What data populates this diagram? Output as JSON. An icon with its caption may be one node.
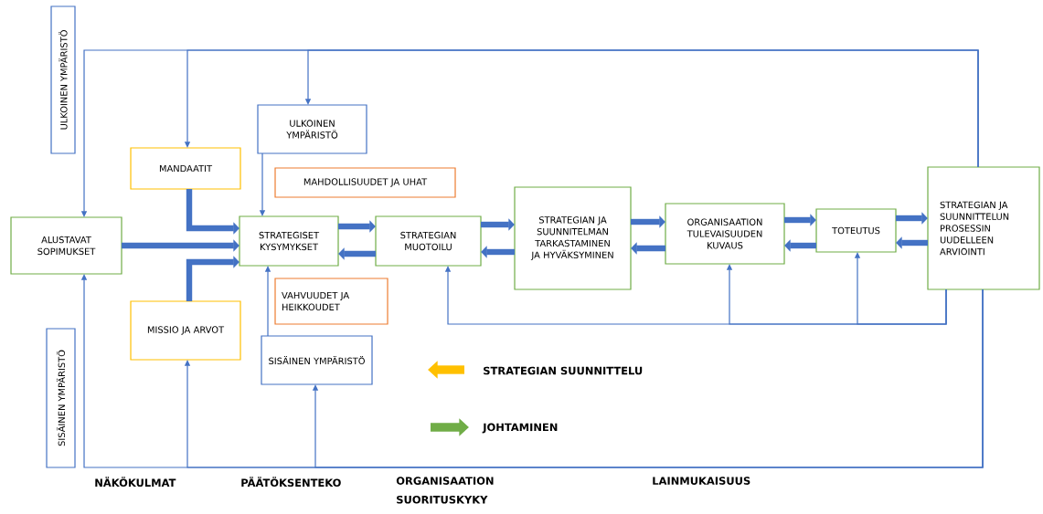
{
  "diagram": {
    "nodes": [
      {
        "text": [
          "ULKOINEN YMPÄRISTÖ"
        ]
      },
      {
        "text": [
          "MANDAATIT"
        ]
      },
      {
        "text": [
          "ULKOINEN YMPÄRISTÖ"
        ]
      },
      {
        "text": [
          "MAHDOLLISUUDET JA UHAT"
        ]
      },
      {
        "text": [
          "ALUSTAVAT SOPIMUKSET"
        ]
      },
      {
        "text": [
          "STRATEGISET KYSYMYKSET"
        ]
      },
      {
        "text": [
          "STRATEGIAN MUOTOILU"
        ]
      },
      {
        "text": [
          "STRATEGIAN JA SUUNNITELMAN TARKASTAMINEN JA HYVÄKSYMINEN"
        ]
      },
      {
        "text": [
          "ORGANISAATION TULEVAISUUDEN KUVAUS"
        ]
      },
      {
        "text": [
          "TOTEUTUS"
        ]
      },
      {
        "text": [
          "STRATEGIAN JA SUUNNITTELUN PROSESSIN UUDELLEEN ARVIOINTI"
        ]
      },
      {
        "text": [
          "VAHVUUDET JA HEIKKOUDET"
        ]
      },
      {
        "text": [
          "MISSIO JA ARVOT"
        ]
      },
      {
        "text": [
          "SISÄINEN YMPÄRISTÖ"
        ]
      },
      {
        "text": [
          "SISÄINEN YMPÄRISTÖ"
        ]
      }
    ],
    "edges": [
      {
        "from": 10,
        "to": 4,
        "arrow": "to"
      },
      {
        "from": 10,
        "to": 1,
        "arrow": "to"
      },
      {
        "from": 10,
        "to": 2,
        "arrow": "to"
      },
      {
        "from": 2,
        "to": 5,
        "arrow": "to"
      },
      {
        "from": 1,
        "to": 5,
        "arrow": "to"
      },
      {
        "from": 4,
        "to": 5,
        "arrow": "to"
      },
      {
        "from": 12,
        "to": 5,
        "arrow": "to"
      },
      {
        "from": 13,
        "to": 5,
        "arrow": "to"
      },
      {
        "from": 5,
        "to": 6,
        "arrow": "to"
      },
      {
        "from": 6,
        "to": 5,
        "arrow": "to"
      },
      {
        "from": 6,
        "to": 7,
        "arrow": "to"
      },
      {
        "from": 7,
        "to": 6,
        "arrow": "to"
      },
      {
        "from": 7,
        "to": 8,
        "arrow": "to"
      },
      {
        "from": 8,
        "to": 7,
        "arrow": "to"
      },
      {
        "from": 8,
        "to": 9,
        "arrow": "to"
      },
      {
        "from": 9,
        "to": 8,
        "arrow": "to"
      },
      {
        "from": 9,
        "to": 10,
        "arrow": "to"
      },
      {
        "from": 10,
        "to": 9,
        "arrow": "to"
      },
      {
        "from": 10,
        "to": 6,
        "arrow": "to"
      },
      {
        "from": 10,
        "to": 8,
        "arrow": "to"
      },
      {
        "from": 10,
        "to": 9,
        "arrow": "to"
      },
      {
        "from": 10,
        "to": 4,
        "arrow": "to"
      },
      {
        "from": 10,
        "to": 12,
        "arrow": "to"
      },
      {
        "from": 10,
        "to": 13,
        "arrow": "to"
      }
    ],
    "labels": [
      "NÄKÖKULMAT",
      "PÄÄTÖKSENTEKO",
      "ORGANISAATION SUORITUSKYKY",
      "LAINMUKAISUUS"
    ],
    "legend": [
      {
        "text": "STRATEGIAN SUUNNITTELU",
        "color": "#ffc000"
      },
      {
        "text": "JOHTAMINEN",
        "color": "#70ad47"
      }
    ]
  }
}
